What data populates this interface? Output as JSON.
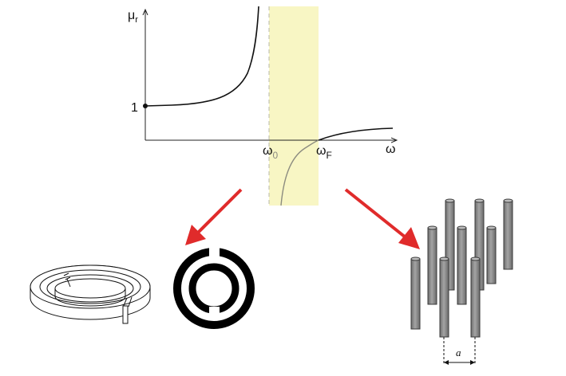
{
  "graph": {
    "y_axis_label": "μ",
    "y_axis_sub": "r",
    "x_axis_label": "ω",
    "tick_one": "1",
    "omega0_label": "ω",
    "omega0_sub": "0",
    "omegaF_label": "ω",
    "omegaF_sub": "F",
    "band_color": "#f8f6c4",
    "curve_color": "#111111",
    "negative_curve_color": "#8c8c80"
  },
  "arrows": {
    "color": "#e02b2b"
  },
  "split_ring": {
    "ring_color": "#000000"
  },
  "wire_array": {
    "rod_color": "#8a8a8a",
    "spacing_label": "a"
  }
}
